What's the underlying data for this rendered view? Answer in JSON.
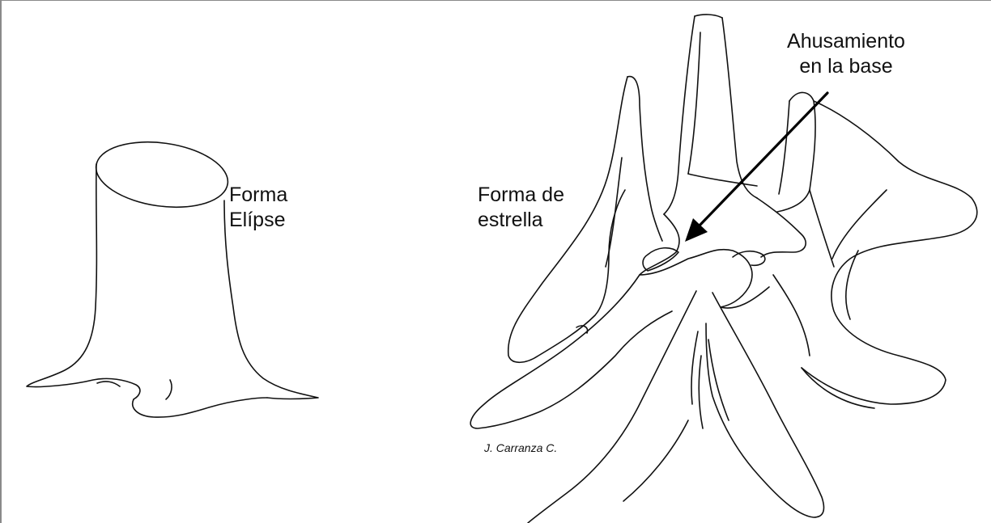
{
  "labels": {
    "ellipse_line1": "Forma",
    "ellipse_line2": "Elípse",
    "star_line1": "Forma de",
    "star_line2": "estrella",
    "taper_line1": "Ahusamiento",
    "taper_line2": "en la base",
    "credit": "J. Carranza C."
  },
  "colors": {
    "line": "#111111",
    "background": "#ffffff",
    "border": "#8a8a8a"
  }
}
